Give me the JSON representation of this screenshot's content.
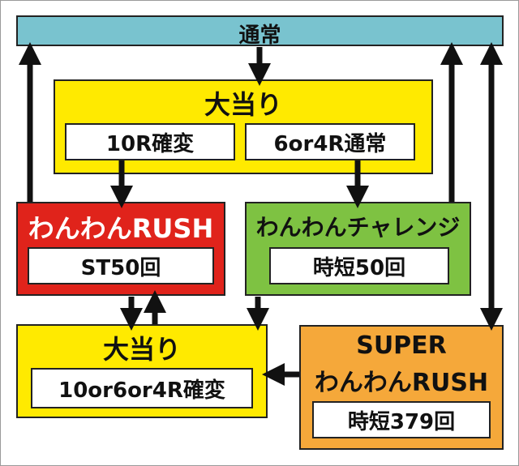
{
  "top": {
    "label": "通常",
    "color": "#79c3cf"
  },
  "jackpot_top": {
    "title": "大当り",
    "left_label": "10R確変",
    "right_label": "6or4R通常",
    "color": "#ffea00"
  },
  "rush": {
    "title": "わんわんRUSH",
    "detail": "ST50回",
    "color": "#e0231b"
  },
  "challenge": {
    "title": "わんわんチャレンジ",
    "detail": "時短50回",
    "color": "#7ec242"
  },
  "jackpot_bottom": {
    "title": "大当り",
    "detail": "10or6or4R確変",
    "color": "#ffea00"
  },
  "super_rush": {
    "title_line1": "SUPER",
    "title_line2": "わんわんRUSH",
    "detail": "時短379回",
    "color": "#f5a83a"
  }
}
